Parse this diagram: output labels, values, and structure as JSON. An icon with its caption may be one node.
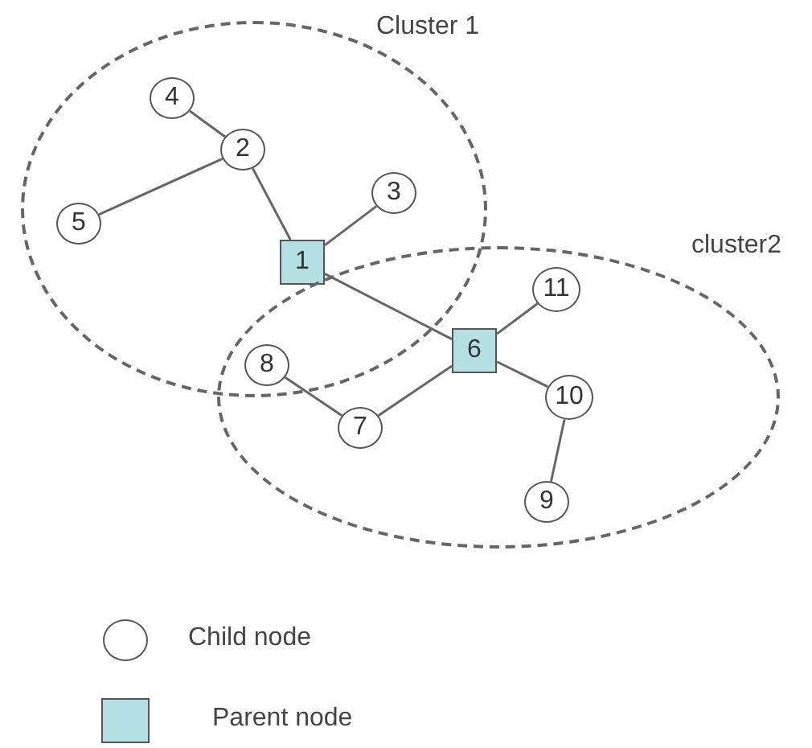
{
  "diagram": {
    "nodes": [
      {
        "text": [
          "Cluster 1"
        ]
      },
      {
        "text": [
          "cluster2"
        ]
      },
      {
        "text": [
          "1"
        ],
        "in": 0
      },
      {
        "text": [
          "2"
        ],
        "in": 0
      },
      {
        "text": [
          "3"
        ],
        "in": 0
      },
      {
        "text": [
          "4"
        ],
        "in": 0
      },
      {
        "text": [
          "5"
        ],
        "in": 0
      },
      {
        "text": [
          "6"
        ],
        "in": 1
      },
      {
        "text": [
          "7"
        ],
        "in": 1
      },
      {
        "text": [
          "8"
        ]
      },
      {
        "text": [
          "9"
        ],
        "in": 1
      },
      {
        "text": [
          "10"
        ],
        "in": 1
      },
      {
        "text": [
          "11"
        ],
        "in": 1
      }
    ],
    "edges": [
      {
        "from": 3,
        "to": 5,
        "arrow": "none"
      },
      {
        "from": 3,
        "to": 6,
        "arrow": "none"
      },
      {
        "from": 3,
        "to": 2,
        "arrow": "none"
      },
      {
        "from": 2,
        "to": 4,
        "arrow": "none"
      },
      {
        "from": 2,
        "to": 7,
        "arrow": "none"
      },
      {
        "from": 7,
        "to": 12,
        "arrow": "none"
      },
      {
        "from": 7,
        "to": 8,
        "arrow": "none"
      },
      {
        "from": 7,
        "to": 11,
        "arrow": "none"
      },
      {
        "from": 8,
        "to": 9,
        "arrow": "none"
      },
      {
        "from": 11,
        "to": 10,
        "arrow": "none"
      }
    ],
    "legend": [
      {
        "text": "Child node"
      },
      {
        "text": "Parent node",
        "color": "#b5e0e3"
      }
    ]
  }
}
